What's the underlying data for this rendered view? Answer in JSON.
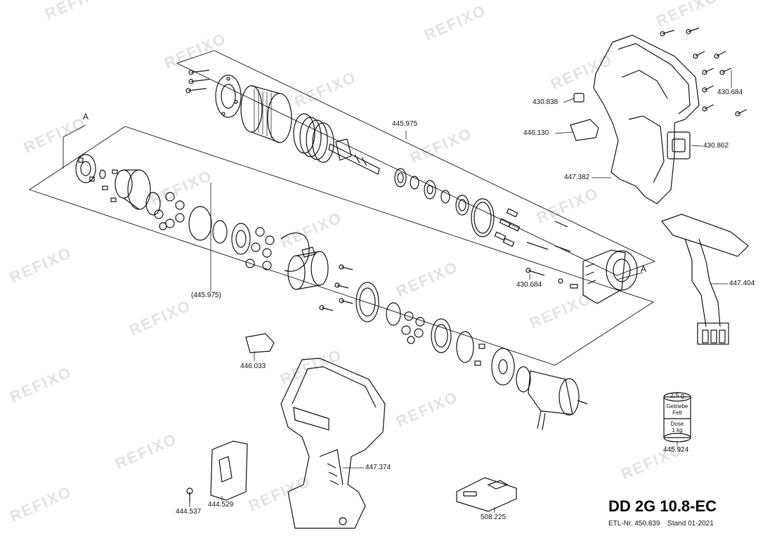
{
  "watermark": "REFIXO",
  "title": "DD 2G 10.8-EC",
  "etl_number": "ETL-Nr. 450.839",
  "stand": "Stand 01-2021",
  "section_marker": "A",
  "grease_can": {
    "weight": "2,5 g",
    "line1": "Getriebe",
    "line2": "Fett",
    "line3": "Dose",
    "line4": "1 kg"
  },
  "part_labels": {
    "p430_838": "430.838",
    "p430_684_top": "430.684",
    "p446_130": "446.130",
    "p430_862": "430.862",
    "p447_382": "447.382",
    "p445_975": "445.975",
    "p445_975_ref": "(445.975)",
    "p430_684_mid": "430.684",
    "p447_404": "447.404",
    "p446_033": "446.033",
    "p447_374": "447.374",
    "p445_924": "445.924",
    "p444_537": "444.537",
    "p444_529": "444.529",
    "p508_225": "508.225"
  }
}
